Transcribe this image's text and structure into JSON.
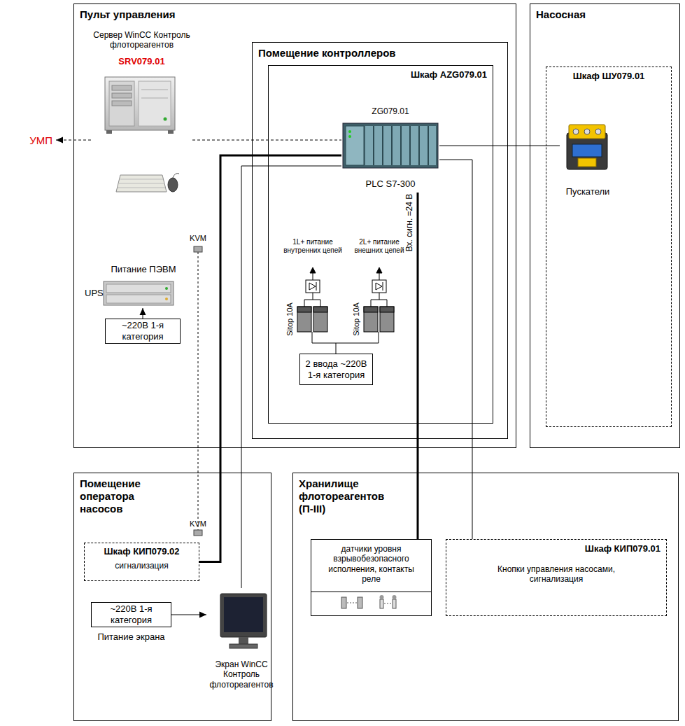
{
  "diagram": {
    "nodes": [
      {
        "text": [
          "Пульт управления"
        ]
      },
      {
        "text": [
          "Сервер WinCC Контроль флотореагентов",
          "SRV079.01"
        ],
        "in": 0
      },
      {
        "text": [
          "Помещение контроллеров"
        ],
        "in": 0
      },
      {
        "text": [
          "Шкаф AZG079.01"
        ],
        "in": 2
      },
      {
        "text": [
          "ZG079.01",
          "PLC S7-300"
        ],
        "in": 3
      },
      {
        "text": [
          "2 ввода ~220В 1-я категория"
        ],
        "in": 3
      },
      {
        "text": [
          "UPS"
        ],
        "in": 0
      },
      {
        "text": [
          "~220В 1-я категория"
        ],
        "in": 0
      },
      {
        "text": [
          "Насосная"
        ]
      },
      {
        "text": [
          "Шкаф ШУ079.01"
        ],
        "in": 8
      },
      {
        "text": [
          "Пускатели"
        ],
        "in": 9
      },
      {
        "text": [
          "УМП"
        ]
      },
      {
        "text": [
          "Помещение оператора насосов"
        ]
      },
      {
        "text": [
          "Шкаф КИП079.02",
          "сигнализация"
        ],
        "in": 12
      },
      {
        "text": [
          "~220В 1-я категория"
        ],
        "in": 12
      },
      {
        "text": [
          "Экран WinCC Контроль флотореагентов"
        ],
        "in": 12
      },
      {
        "text": [
          "Хранилище флотореагентов (П-III)"
        ]
      },
      {
        "text": [
          "датчики уровня взрывобезопасного исполнения, контакты реле"
        ],
        "in": 16
      },
      {
        "text": [
          "Шкаф КИП079.01",
          "Кнопки управления насосами, сигнализация"
        ],
        "in": 16
      }
    ],
    "edges": [
      {
        "from": 1,
        "to": 11,
        "arrow": "to"
      },
      {
        "from": 1,
        "to": 4,
        "arrow": "none"
      },
      {
        "from": 4,
        "to": 10,
        "arrow": "none"
      },
      {
        "from": 4,
        "to": 13,
        "arrow": "none"
      },
      {
        "from": 4,
        "to": 15,
        "arrow": "none"
      },
      {
        "from": 4,
        "to": 17,
        "label": "Вх. сигн. =24 В",
        "arrow": "none"
      },
      {
        "from": 4,
        "to": 18,
        "arrow": "none"
      },
      {
        "from": 7,
        "to": 6,
        "arrow": "to"
      },
      {
        "from": 14,
        "to": 15,
        "arrow": "to"
      }
    ],
    "labels": [
      "KVM",
      "KVM",
      "Питание ПЭВМ",
      "1L+ питание внутренних цепей",
      "2L+ питание внешних цепей",
      "Sitop 10A",
      "Sitop 10A",
      "Питание экрана"
    ]
  }
}
